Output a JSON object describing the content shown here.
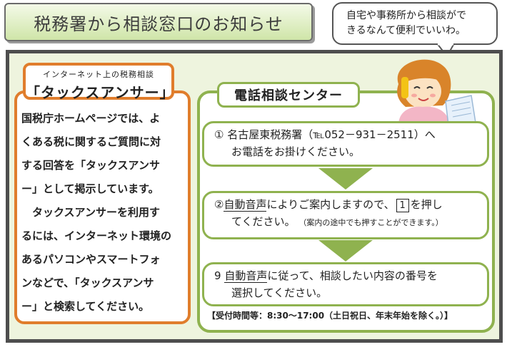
{
  "title": "税務署から相談窓口のお知らせ",
  "bubble": {
    "line1": "自宅や事務所から相談がで",
    "line2": "きるなんて便利でいいわ。"
  },
  "left": {
    "header_sub": "インターネット上の税務相談",
    "header_main": "「タックスアンサー」",
    "lines": [
      "国税庁ホームページでは、よ",
      "くある税に関するご質問に対",
      "する回答を「タックスアンサ",
      "ー」として掲示しています。",
      "タックスアンサーを利用す",
      "るには、インターネット環境の",
      "あるパソコンやスマートフォ",
      "ンなどで、「タックスアンサ",
      "ー」と検索してください。"
    ]
  },
  "right": {
    "header": "電話相談センター",
    "step1": {
      "line1": "① 名古屋東税務署（℡052－931－2511）へ",
      "line2": "お電話をお掛けください。"
    },
    "step2": {
      "prefix": "②",
      "keyword": "自動音声",
      "mid": "によりご案内しますので、",
      "key": "1",
      "suffix": "を押し",
      "line2": "てください。",
      "note": "（案内の途中でも押すことができます。）"
    },
    "step3": {
      "prefix": "9",
      "keyword": "自動音声",
      "mid": "に従って、相談したい内容の番号を",
      "line2": "選択してください。"
    },
    "hours": "【受付時間等：8:30～17:00（土日祝日、年末年始を除く。）】"
  },
  "colors": {
    "green": "#8fb24f",
    "orange": "#e07d2c",
    "frame": "#4e4e4e",
    "panel_bg": "#eef4de"
  }
}
